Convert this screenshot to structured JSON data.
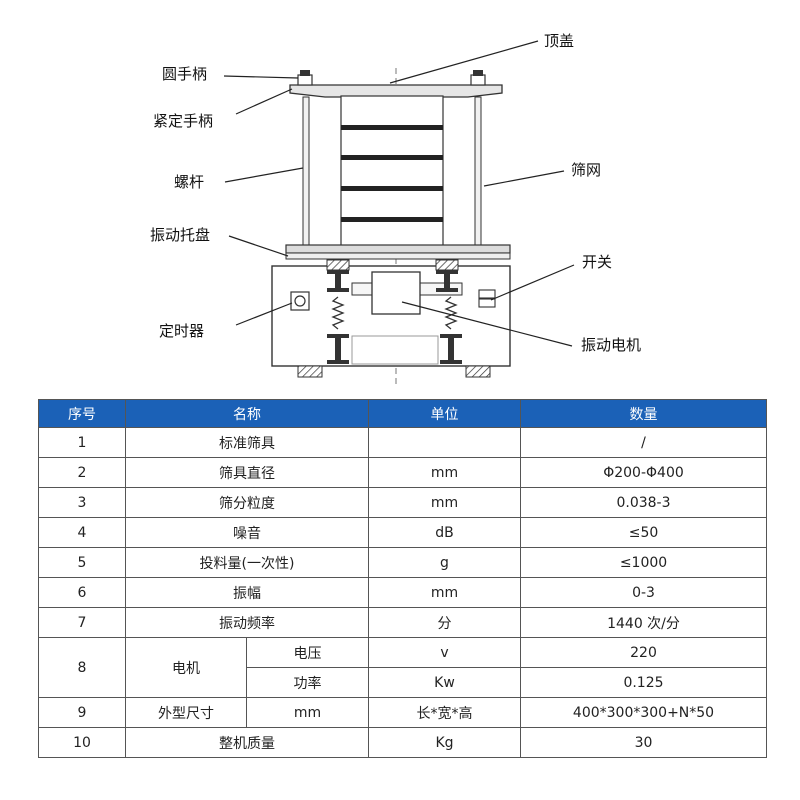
{
  "diagram": {
    "labels": {
      "top_cover": "顶盖",
      "round_handle": "圆手柄",
      "tighten_handle": "紧定手柄",
      "screw_rod": "螺杆",
      "sieve_mesh": "筛网",
      "vibration_tray": "振动托盘",
      "switch": "开关",
      "timer": "定时器",
      "vibration_motor": "振动电机"
    }
  },
  "table": {
    "headers": {
      "seq": "序号",
      "name": "名称",
      "unit": "单位",
      "quantity": "数量"
    },
    "rows": {
      "r1": {
        "seq": "1",
        "name": "标准筛具",
        "unit": "",
        "qty": "/"
      },
      "r2": {
        "seq": "2",
        "name": "筛具直径",
        "unit": "mm",
        "qty": "Φ200-Φ400"
      },
      "r3": {
        "seq": "3",
        "name": "筛分粒度",
        "unit": "mm",
        "qty": "0.038-3"
      },
      "r4": {
        "seq": "4",
        "name": "噪音",
        "unit": "dB",
        "qty": "≤50"
      },
      "r5": {
        "seq": "5",
        "name": "投料量(一次性)",
        "unit": "g",
        "qty": "≤1000"
      },
      "r6": {
        "seq": "6",
        "name": "振幅",
        "unit": "mm",
        "qty": "0-3"
      },
      "r7": {
        "seq": "7",
        "name": "振动频率",
        "unit": "分",
        "qty": "1440 次/分"
      },
      "r8": {
        "seq": "8",
        "name": "电机",
        "sub1": {
          "name": "电压",
          "unit": "v",
          "qty": "220"
        },
        "sub2": {
          "name": "功率",
          "unit": "Kw",
          "qty": "0.125"
        }
      },
      "r9": {
        "seq": "9",
        "name": "外型尺寸",
        "sub": "mm",
        "unit": "长*宽*高",
        "qty": "400*300*300+N*50"
      },
      "r10": {
        "seq": "10",
        "name": "整机质量",
        "unit": "Kg",
        "qty": "30"
      }
    }
  },
  "colors": {
    "header_bg": "#1b61b7",
    "header_text": "#ffffff",
    "line": "#333333"
  }
}
